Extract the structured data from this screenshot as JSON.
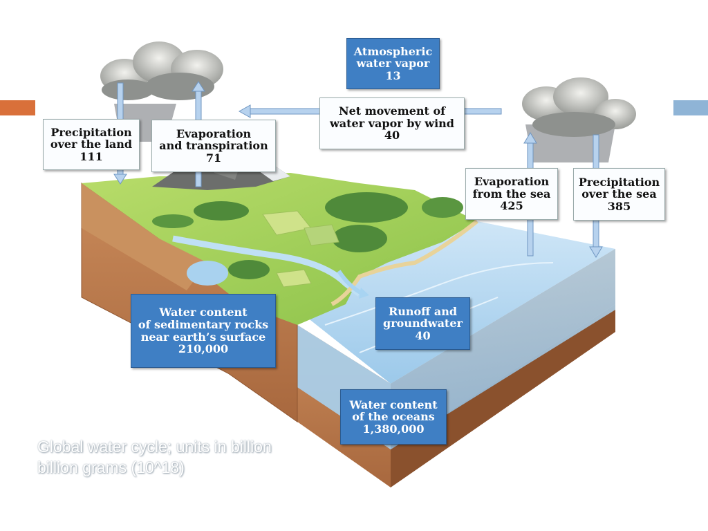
{
  "accent_colors": {
    "left": "#d9703a",
    "right": "#8fb4d6"
  },
  "labels": {
    "atmospheric": {
      "lines": [
        "Atmospheric",
        "water vapor",
        "13"
      ]
    },
    "net_movement": {
      "lines": [
        "Net movement of",
        "water vapor by wind",
        "40"
      ]
    },
    "precip_land": {
      "lines": [
        "Precipitation",
        "over the land",
        "111"
      ]
    },
    "evap_transp": {
      "lines": [
        "Evaporation",
        "and transpiration",
        "71"
      ]
    },
    "evap_sea": {
      "lines": [
        "Evaporation",
        "from the sea",
        "425"
      ]
    },
    "precip_sea": {
      "lines": [
        "Precipitation",
        "over the sea",
        "385"
      ]
    },
    "sedimentary": {
      "lines": [
        "Water content",
        "of sedimentary rocks",
        "near earth’s surface",
        "210,000"
      ]
    },
    "runoff": {
      "lines": [
        "Runoff and",
        "groundwater",
        "40"
      ]
    },
    "oceans": {
      "lines": [
        "Water content",
        "of the oceans",
        "1,380,000"
      ]
    }
  },
  "caption": {
    "line1": "Global water cycle; units in billion",
    "line2": "billion grams (10^18)"
  }
}
